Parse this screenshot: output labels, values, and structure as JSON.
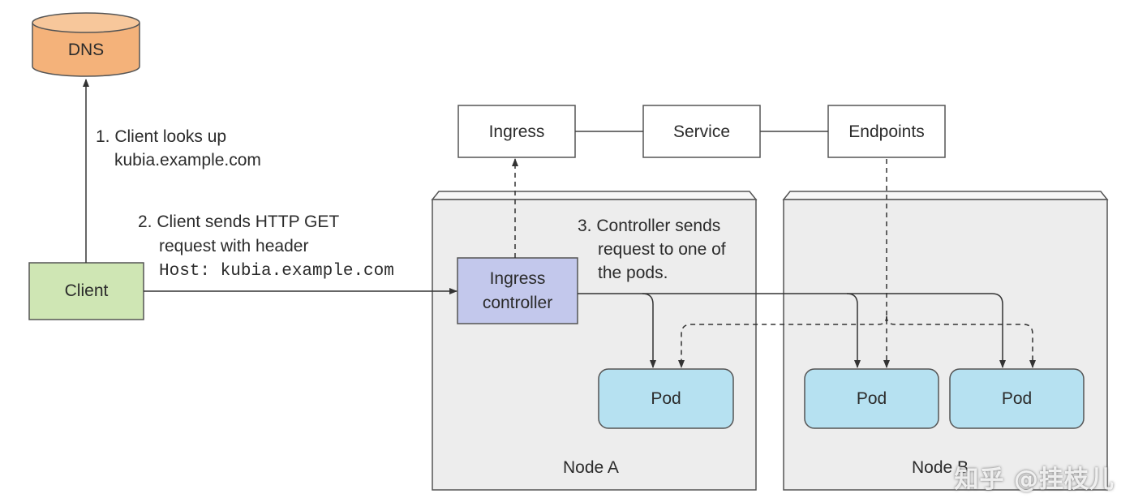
{
  "dns": {
    "label": "DNS"
  },
  "client": {
    "label": "Client"
  },
  "ingress": {
    "label": "Ingress"
  },
  "service": {
    "label": "Service"
  },
  "endpoints": {
    "label": "Endpoints"
  },
  "ingress_controller": {
    "line1": "Ingress",
    "line2": "controller"
  },
  "pods": [
    "Pod",
    "Pod",
    "Pod"
  ],
  "nodes": {
    "a": "Node A",
    "b": "Node B"
  },
  "steps": {
    "step1": [
      "1. Client looks up",
      "kubia.example.com"
    ],
    "step2": [
      "2. Client sends HTTP GET",
      "request with header"
    ],
    "step2_header": "Host: kubia.example.com",
    "step3": [
      "3. Controller sends",
      "request to one of",
      "the pods."
    ]
  },
  "watermark": "知乎 @挂枝儿",
  "colors": {
    "dns_fill": "#f4b27a",
    "client_fill": "#cfe6b4",
    "controller_fill": "#c3c8ec",
    "pod_fill": "#b6e1f1",
    "node_fill": "#ededed"
  }
}
